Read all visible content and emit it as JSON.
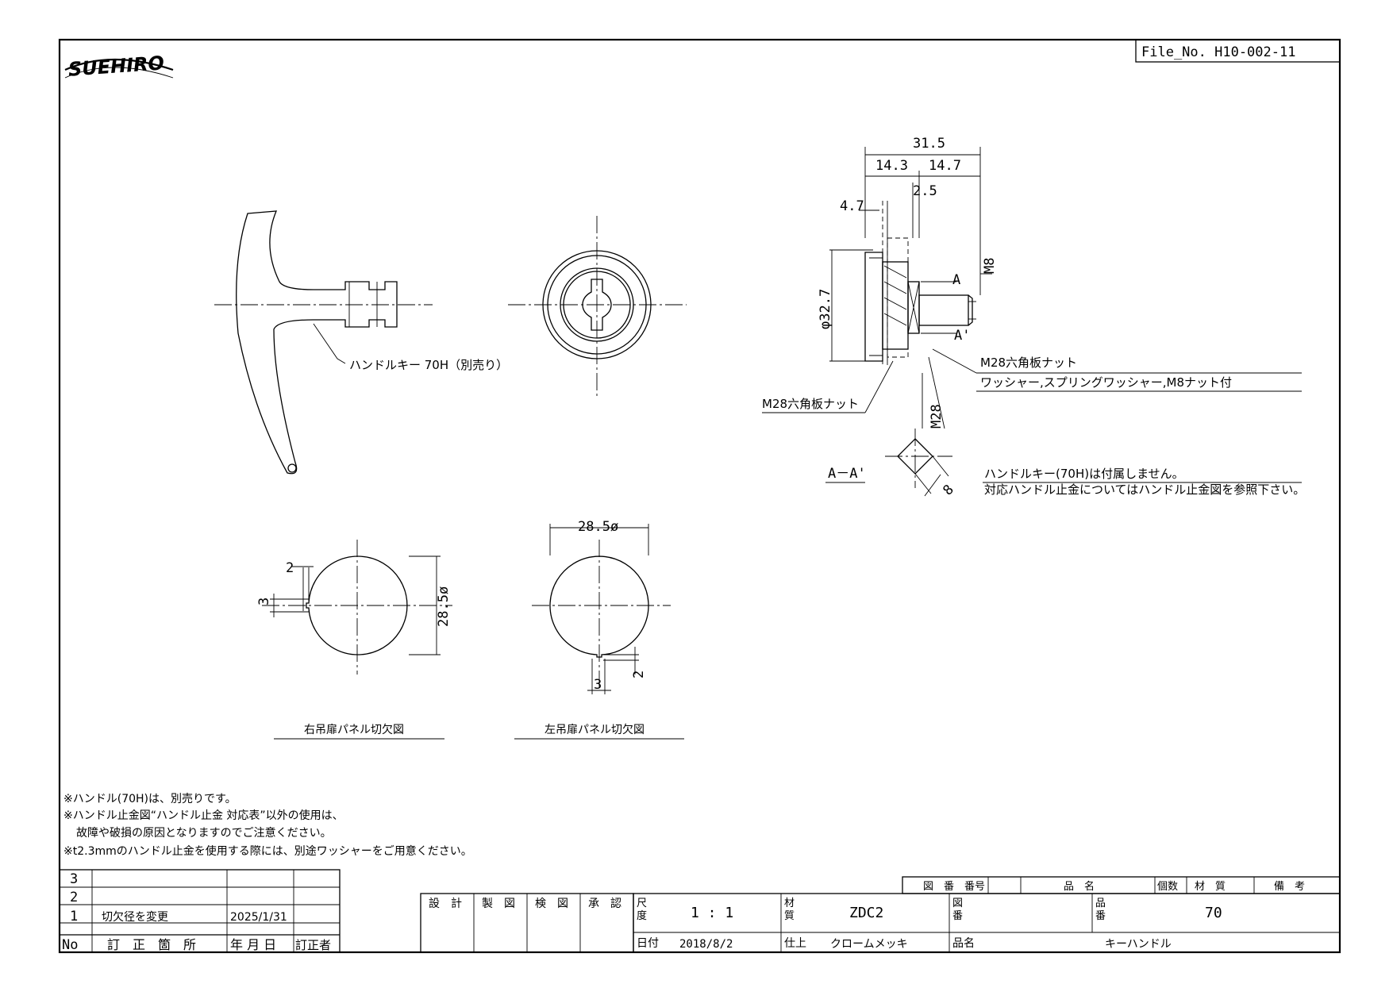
{
  "brand": {
    "logo_text": "SUEHIRO"
  },
  "file_no": "File_No.  H10-002-11",
  "views": {
    "handle_callout": "ハンドルキー 70H（別売り）",
    "front": {
      "dim_total": "31.5",
      "dim_a": "14.3",
      "dim_b": "14.7",
      "dim_c": "2.5",
      "dim_d": "4.7",
      "dim_dia": "φ32.7",
      "dim_m8": "M8",
      "dim_m28": "M28",
      "mark_a": "A",
      "mark_a2": "A'",
      "callout_nut_right": "M28六角板ナット",
      "callout_washer": "ワッシャー,スプリングワッシャー,M8ナット付",
      "callout_nut_left": "M28六角板ナット",
      "section_label": "A－A'",
      "sq_dim": "8"
    },
    "notes_right": [
      "ハンドルキー(70H)は付属しません。",
      "対応ハンドル止金についてはハンドル止金図を参照下さい。"
    ],
    "cutout_right": {
      "dim_2": "2",
      "dim_3": "3",
      "dim_dia": "28.5ø",
      "caption": "右吊扉パネル切欠図"
    },
    "cutout_left": {
      "dim_top": "28.5ø",
      "dim_2": "2",
      "dim_3": "3",
      "caption": "左吊扉パネル切欠図"
    }
  },
  "notes": [
    "※ハンドル(70H)は、別売りです。",
    "※ハンドル止金図“ハンドル止金 対応表”以外の使用は、",
    "故障や破損の原因となりますのでご注意ください。",
    "※t2.3mmのハンドル止金を使用する際には、別途ワッシャーをご用意ください。"
  ],
  "revision": {
    "rows": [
      {
        "no": "3",
        "desc": "",
        "date": "",
        "by": ""
      },
      {
        "no": "2",
        "desc": "",
        "date": "",
        "by": ""
      },
      {
        "no": "1",
        "desc": "切欠径を変更",
        "date": "2025/1/31",
        "by": ""
      }
    ],
    "headers": {
      "no": "No",
      "desc": "訂　正　箇　所",
      "date": "年 月 日",
      "by": "訂正者"
    }
  },
  "approvals": [
    "設　計",
    "製　図",
    "検　図",
    "承　認"
  ],
  "title_block": {
    "header": {
      "zuban": "図　番　番号",
      "hinmei": "品　名",
      "kosu": "個数",
      "zaishitsu": "材　質",
      "biko": "備　考"
    },
    "scale_label": "尺\n度",
    "scale_value": "1 : 1",
    "material_label": "材\n質",
    "material_value": "ZDC2",
    "drawing_no_label": "図\n番",
    "part_no_label": "品\n番",
    "part_no_value": "70",
    "date_label": "日付",
    "date_value": "2018/8/2",
    "finish_label": "仕上",
    "finish_value": "クロームメッキ",
    "name_label": "品名",
    "name_value": "キーハンドル"
  }
}
